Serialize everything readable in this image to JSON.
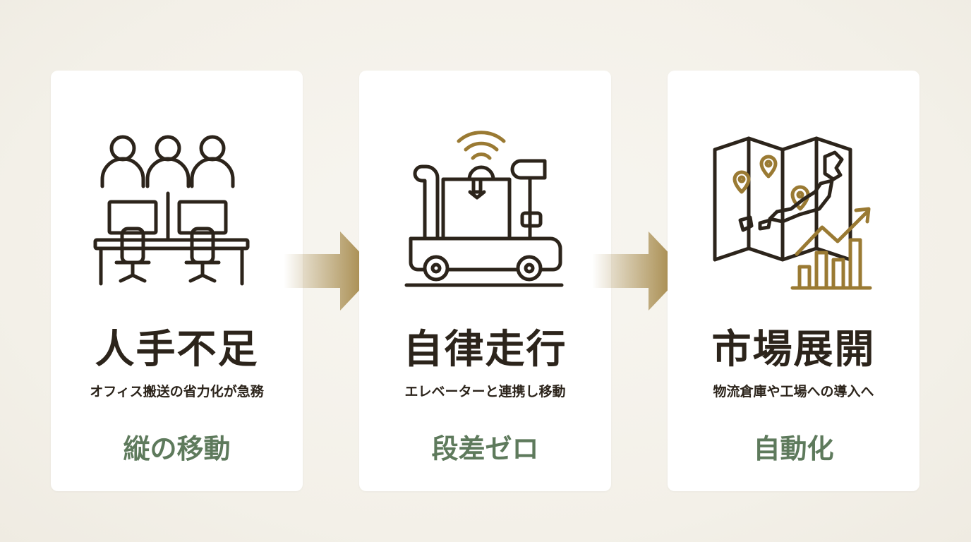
{
  "colors": {
    "icon_stroke": "#2c241b",
    "accent_gold": "#9a7a33",
    "tag_green": "#5e7a5c"
  },
  "steps": [
    {
      "icon": "office-workers-icon",
      "title": "人手不足",
      "subtitle": "オフィス搬送の省力化が急務",
      "tag": "縦の移動"
    },
    {
      "icon": "delivery-robot-icon",
      "title": "自律走行",
      "subtitle": "エレベーターと連携し移動",
      "tag": "段差ゼロ"
    },
    {
      "icon": "japan-map-growth-icon",
      "title": "市場展開",
      "subtitle": "物流倉庫や工場への導入へ",
      "tag": "自動化"
    }
  ],
  "connectors": [
    "arrow-right-icon",
    "arrow-right-icon"
  ]
}
